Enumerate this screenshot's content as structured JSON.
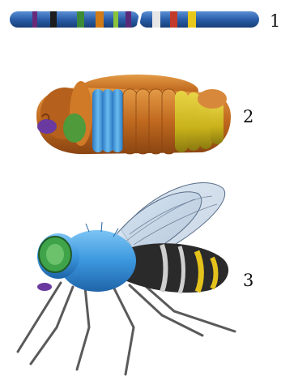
{
  "figure": {
    "panels": [
      {
        "id": "chromosome",
        "label": "1"
      },
      {
        "id": "larva",
        "label": "2"
      },
      {
        "id": "fly",
        "label": "3"
      }
    ],
    "colors": {
      "chromosome_body": "#2a5ea8",
      "larva_body": "#c0691f",
      "larva_blue_segment": "#3a95d6",
      "larva_yellow_segment": "#c9b21a",
      "larva_head_green": "#4f9a3a",
      "fly_body": "#3b97de",
      "fly_eye": "#3fa34a",
      "fly_abdomen_yellow": "#e4c21c"
    },
    "chromosome_bands": [
      {
        "color": "#6a2a7a"
      },
      {
        "color": "#1d1d1d"
      },
      {
        "color": "#3a8a3a"
      },
      {
        "color": "#d07a18"
      },
      {
        "color": "#8ac23a"
      },
      {
        "color": "#5a2a7a"
      },
      {
        "color": "#e6e6e6"
      },
      {
        "color": "#c23a2a"
      },
      {
        "color": "#e8c81a"
      }
    ]
  }
}
